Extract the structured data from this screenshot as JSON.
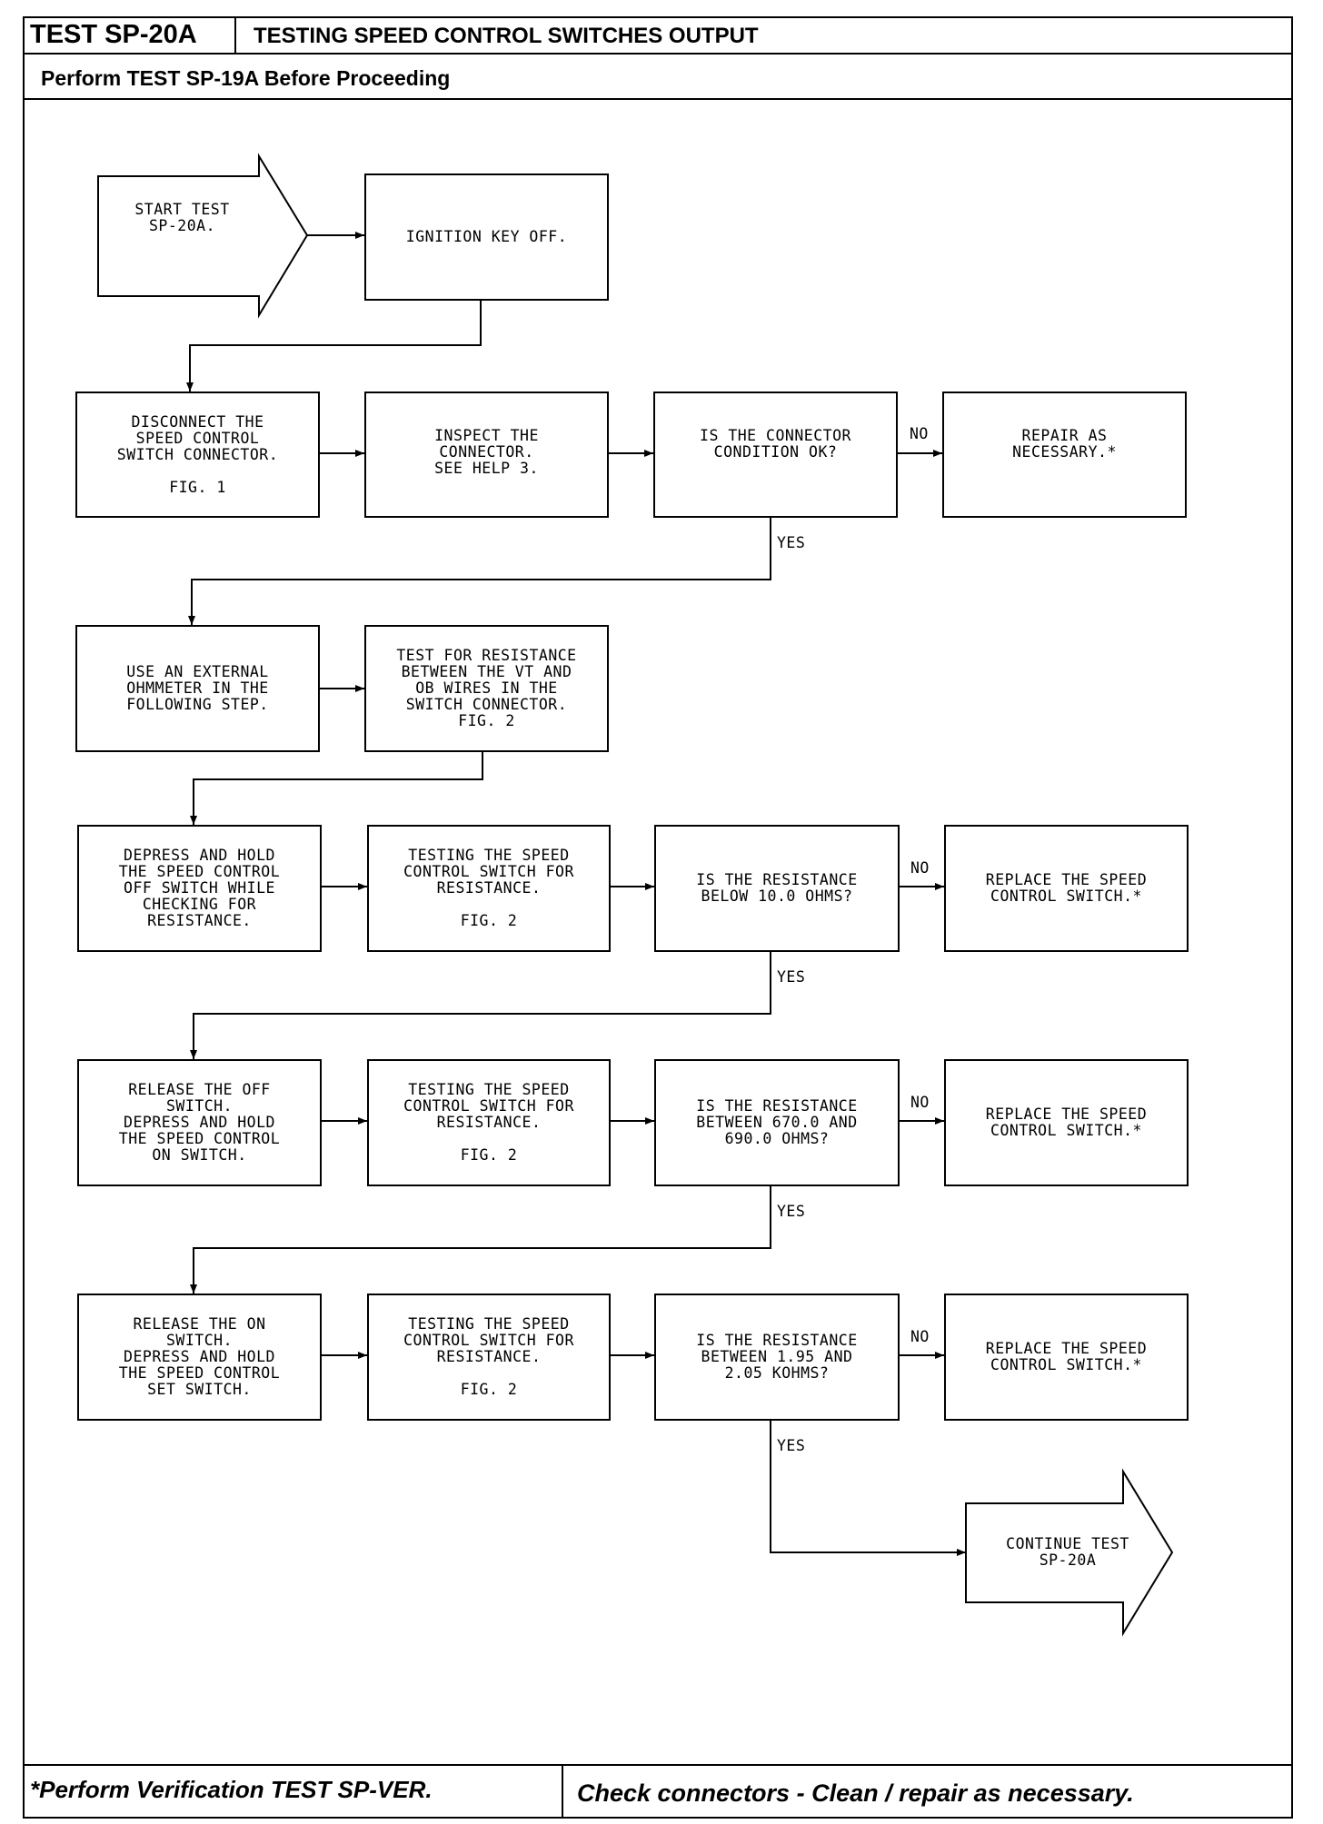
{
  "header": {
    "test_id": "TEST SP-20A",
    "title": "TESTING SPEED CONTROL SWITCHES OUTPUT",
    "prerequisite": "Perform TEST SP-19A Before Proceeding"
  },
  "footer": {
    "left": "*Perform Verification TEST SP-VER.",
    "right": "Check connectors - Clean / repair as necessary."
  },
  "flowchart": {
    "start": "START TEST\nSP-20A.",
    "step_ignition": "IGNITION KEY OFF.",
    "step_disconnect": "DISCONNECT THE\nSPEED CONTROL\nSWITCH CONNECTOR.\n\nFIG. 1",
    "step_inspect": "INSPECT THE\nCONNECTOR.\nSEE HELP 3.",
    "q_connector": "IS THE CONNECTOR\nCONDITION OK?",
    "repair": "REPAIR AS\nNECESSARY.*",
    "step_ohmmeter": "USE AN EXTERNAL\nOHMMETER IN THE\nFOLLOWING STEP.",
    "step_test_resistance": "TEST FOR RESISTANCE\nBETWEEN THE VT AND\nOB WIRES IN THE\nSWITCH CONNECTOR.\nFIG. 2",
    "step_off": "DEPRESS AND HOLD\nTHE SPEED CONTROL\nOFF SWITCH WHILE\nCHECKING FOR\nRESISTANCE.",
    "testing_1": "TESTING THE SPEED\nCONTROL SWITCH FOR\nRESISTANCE.\n\nFIG. 2",
    "q_off": "IS THE RESISTANCE\nBELOW 10.0 OHMS?",
    "replace_1": "REPLACE THE SPEED\nCONTROL SWITCH.*",
    "step_on": "RELEASE THE OFF\nSWITCH.\nDEPRESS AND HOLD\nTHE SPEED CONTROL\nON SWITCH.",
    "testing_2": "TESTING THE SPEED\nCONTROL SWITCH FOR\nRESISTANCE.\n\nFIG. 2",
    "q_on": "IS THE RESISTANCE\nBETWEEN 670.0 AND\n690.0 OHMS?",
    "replace_2": "REPLACE THE SPEED\nCONTROL SWITCH.*",
    "step_set": "RELEASE THE ON\nSWITCH.\nDEPRESS AND HOLD\nTHE SPEED CONTROL\nSET SWITCH.",
    "testing_3": "TESTING THE SPEED\nCONTROL SWITCH FOR\nRESISTANCE.\n\nFIG. 2",
    "q_set": "IS THE RESISTANCE\nBETWEEN 1.95 AND\n2.05 KOHMS?",
    "replace_3": "REPLACE THE SPEED\nCONTROL SWITCH.*",
    "continue": "CONTINUE TEST\nSP-20A",
    "label_no": "NO",
    "label_yes": "YES"
  }
}
